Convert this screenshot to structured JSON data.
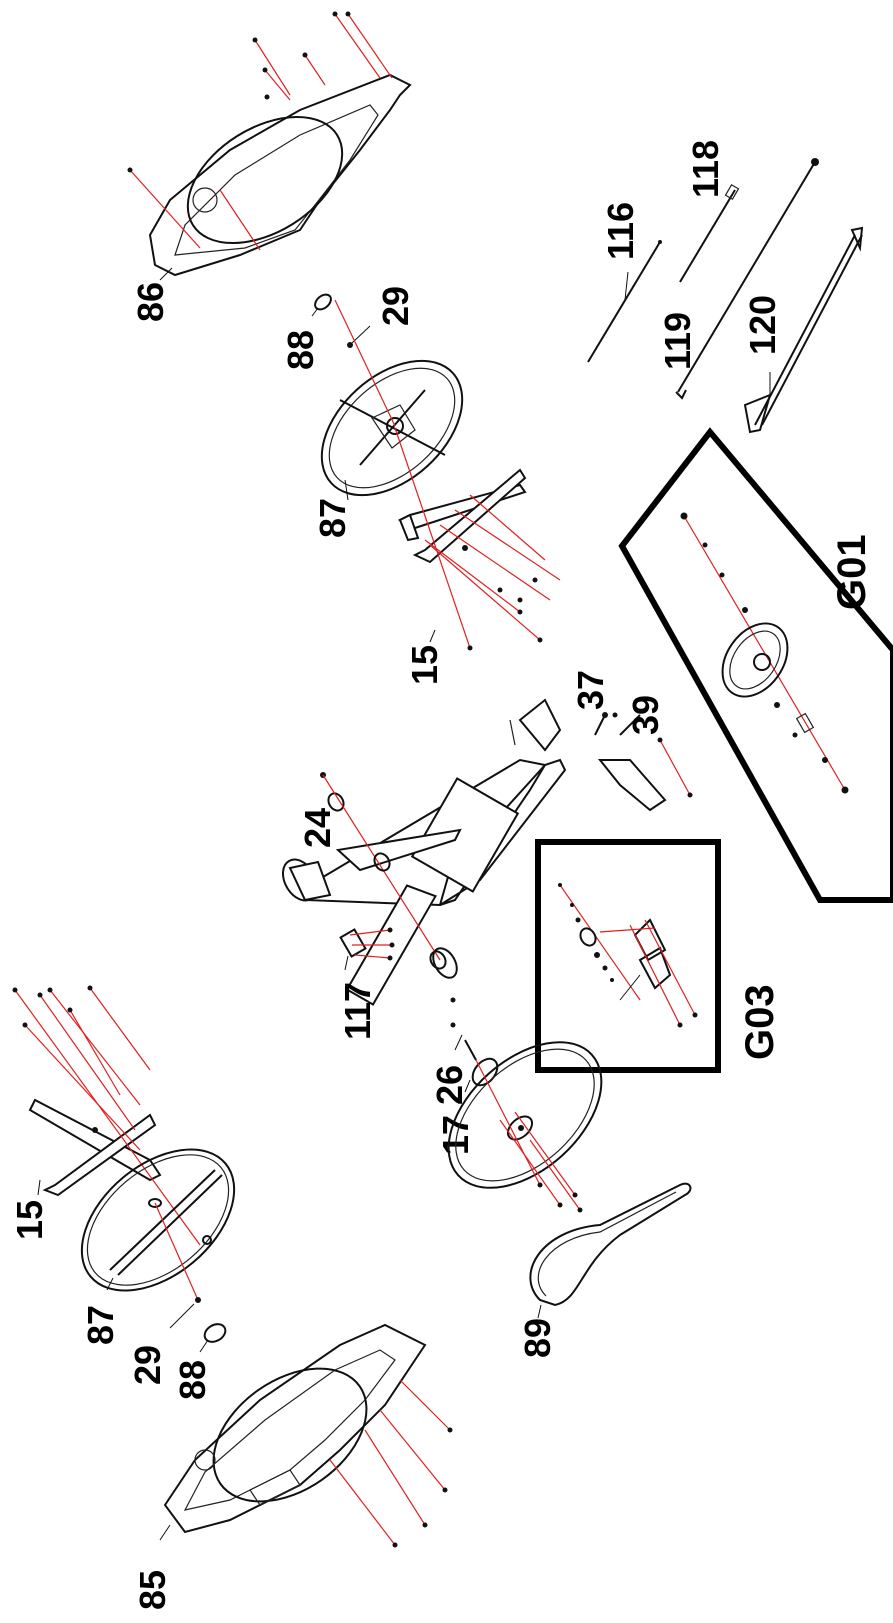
{
  "labels": {
    "p86": "86",
    "p88_top": "88",
    "p29_top": "29",
    "p87_top": "87",
    "p15_top": "15",
    "p116": "116",
    "p118": "118",
    "p119": "119",
    "p120": "120",
    "p24": "24",
    "p37": "37",
    "p39": "39",
    "p117": "117",
    "p26": "26",
    "p17": "17",
    "p15_bottom": "15",
    "p87_bottom": "87",
    "p29_bottom": "29",
    "p88_bottom": "88",
    "p89": "89",
    "p85": "85"
  },
  "groups": {
    "g01": "G01",
    "g03": "G03"
  },
  "colors": {
    "axis": "#e02020",
    "ink": "#111111",
    "background": "#ffffff"
  }
}
